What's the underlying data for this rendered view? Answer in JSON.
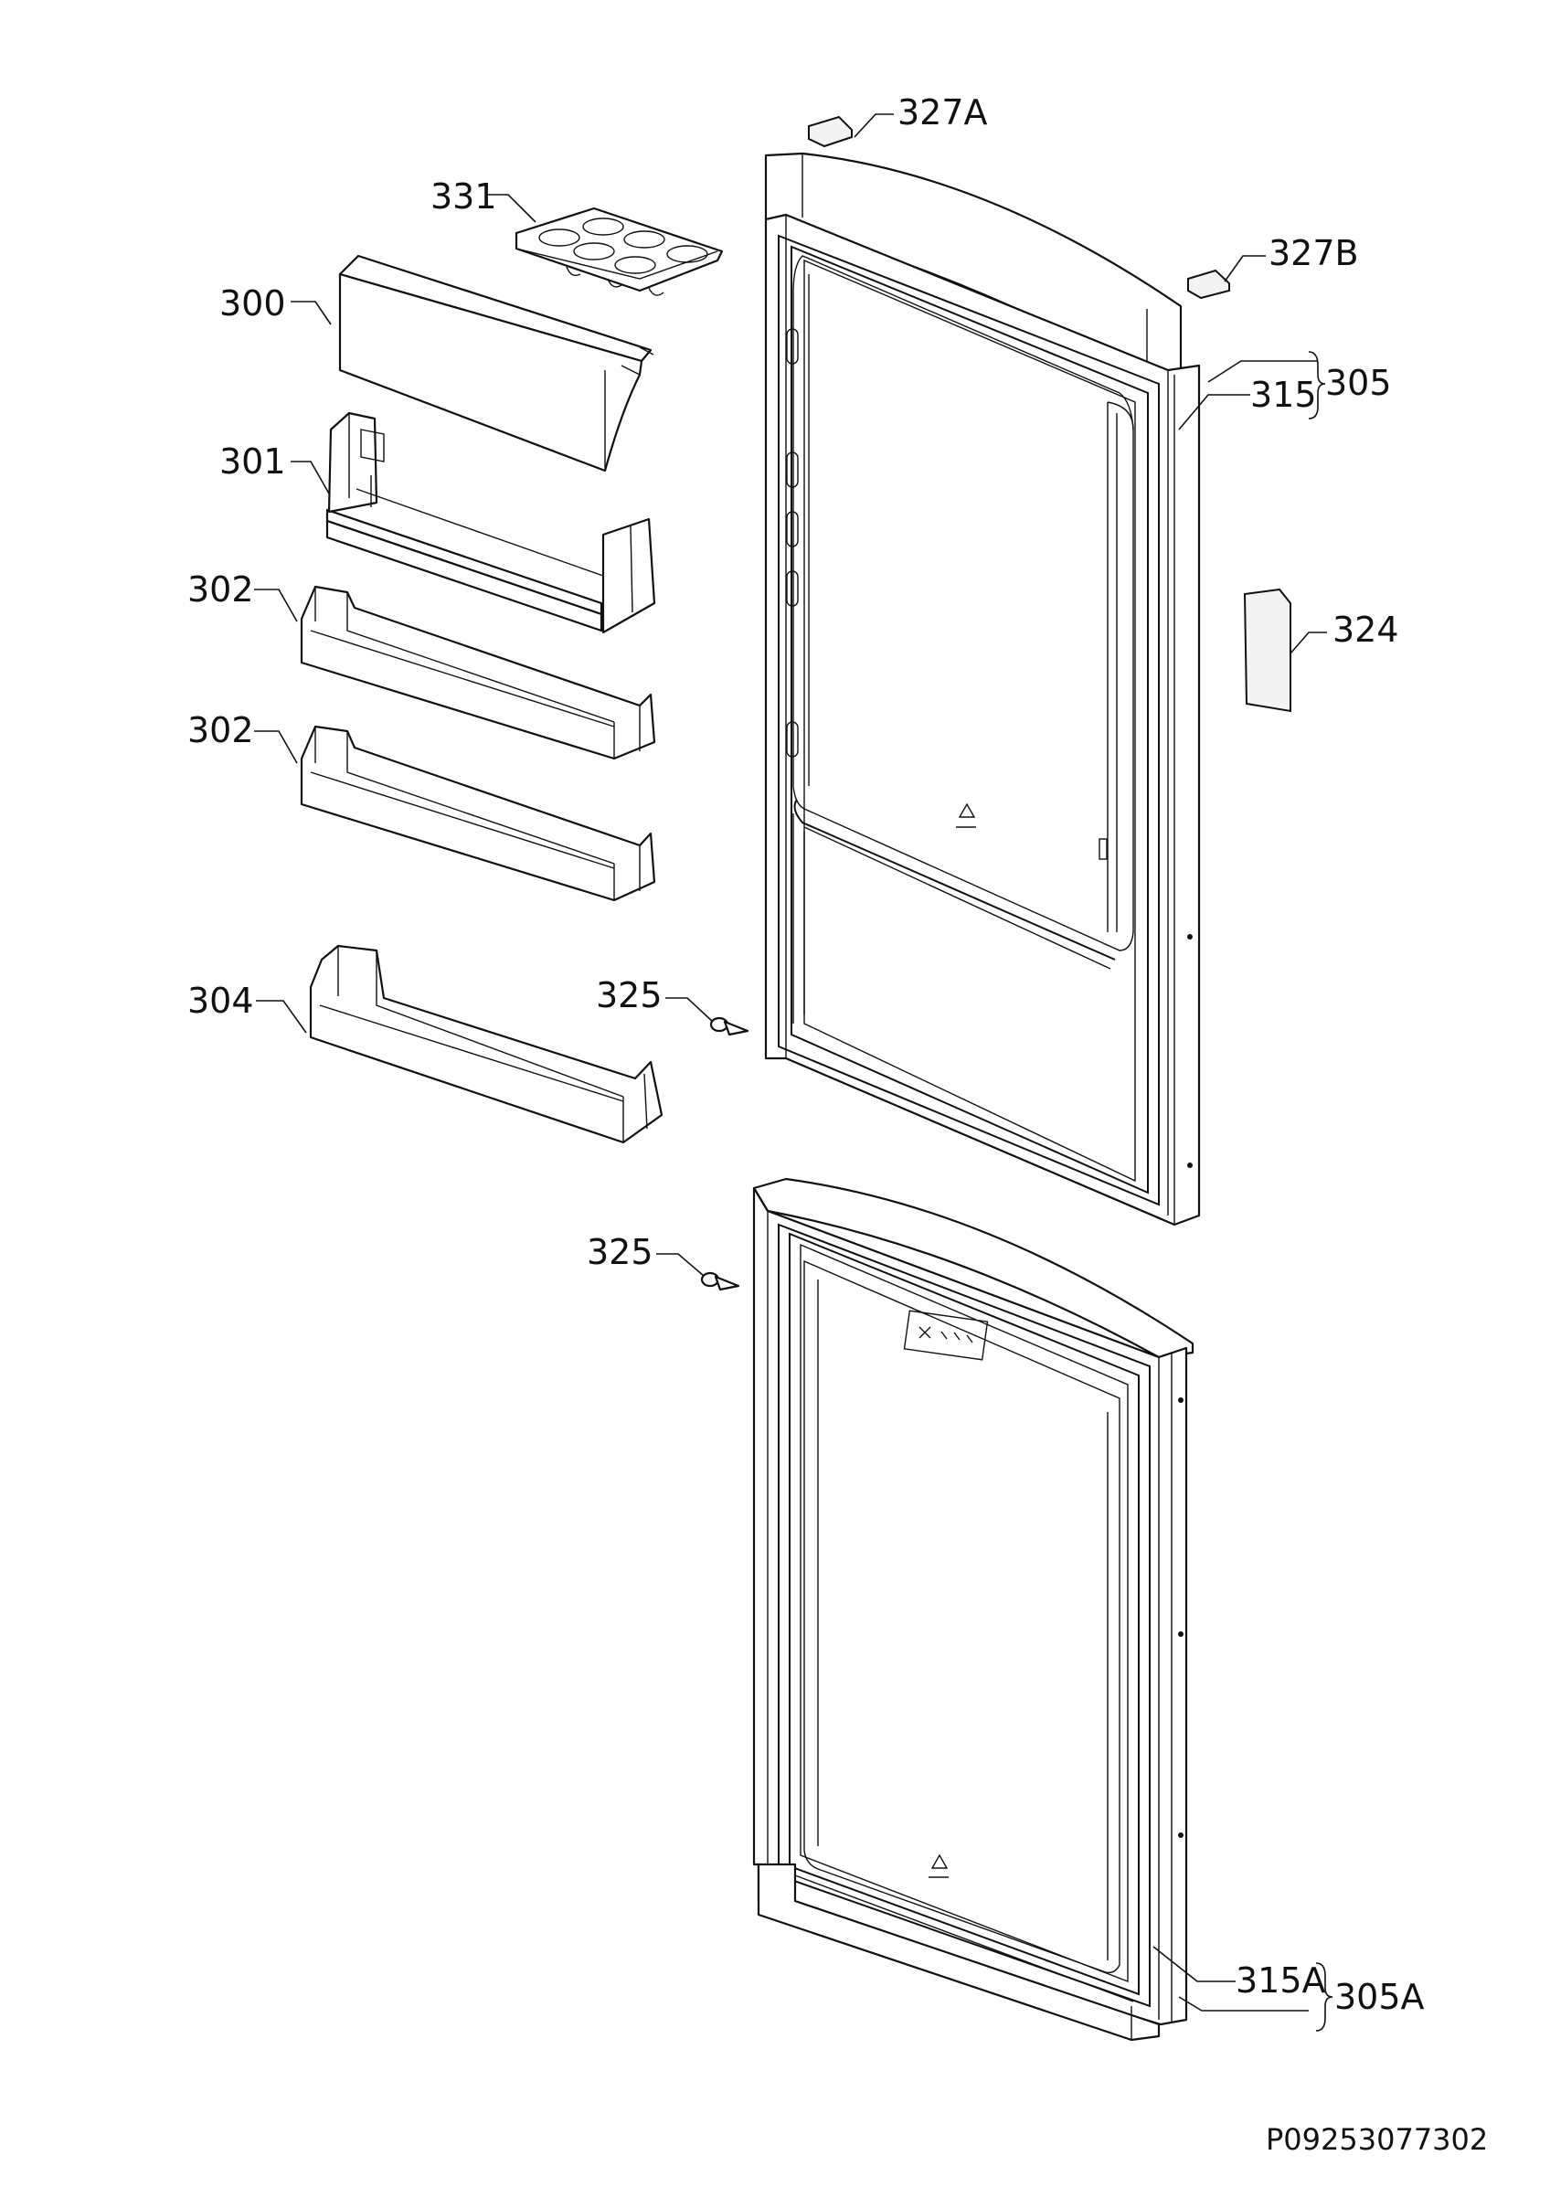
{
  "labels": {
    "egg_tray": "331",
    "shelf_cover": "300",
    "shelf_top": "301",
    "shelf_mid_1": "302",
    "shelf_mid_2": "302",
    "bottle_shelf": "304",
    "bracket_left": "327A",
    "bracket_right": "327B",
    "gasket_upper": "315",
    "door_upper": "305",
    "cover_plate": "324",
    "screw_upper": "325",
    "screw_lower": "325",
    "gasket_lower": "315A",
    "door_lower": "305A"
  },
  "drawing_code": "P09253077302",
  "colors": {
    "line": "#111111",
    "background": "#ffffff",
    "fill_light": "#f3f3f3"
  }
}
